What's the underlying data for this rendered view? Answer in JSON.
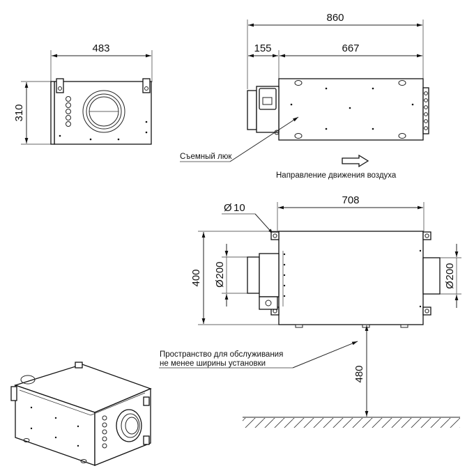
{
  "dimensions": {
    "front_width": "483",
    "front_height": "310",
    "top_overall": "860",
    "top_inlet": "155",
    "top_body": "667",
    "plan_body": "708",
    "plan_height": "400",
    "plan_inlet_diam": "200",
    "plan_outlet_diam": "200",
    "bolt_hole": "10",
    "service_gap": "480"
  },
  "labels": {
    "removable_hatch": "Съемный люк",
    "airflow_direction": "Направление движения воздуха",
    "service_space_line1": "Пространство для обслуживания",
    "service_space_line2": "не менее ширины установки"
  },
  "symbols": {
    "diameter": "Ø"
  }
}
